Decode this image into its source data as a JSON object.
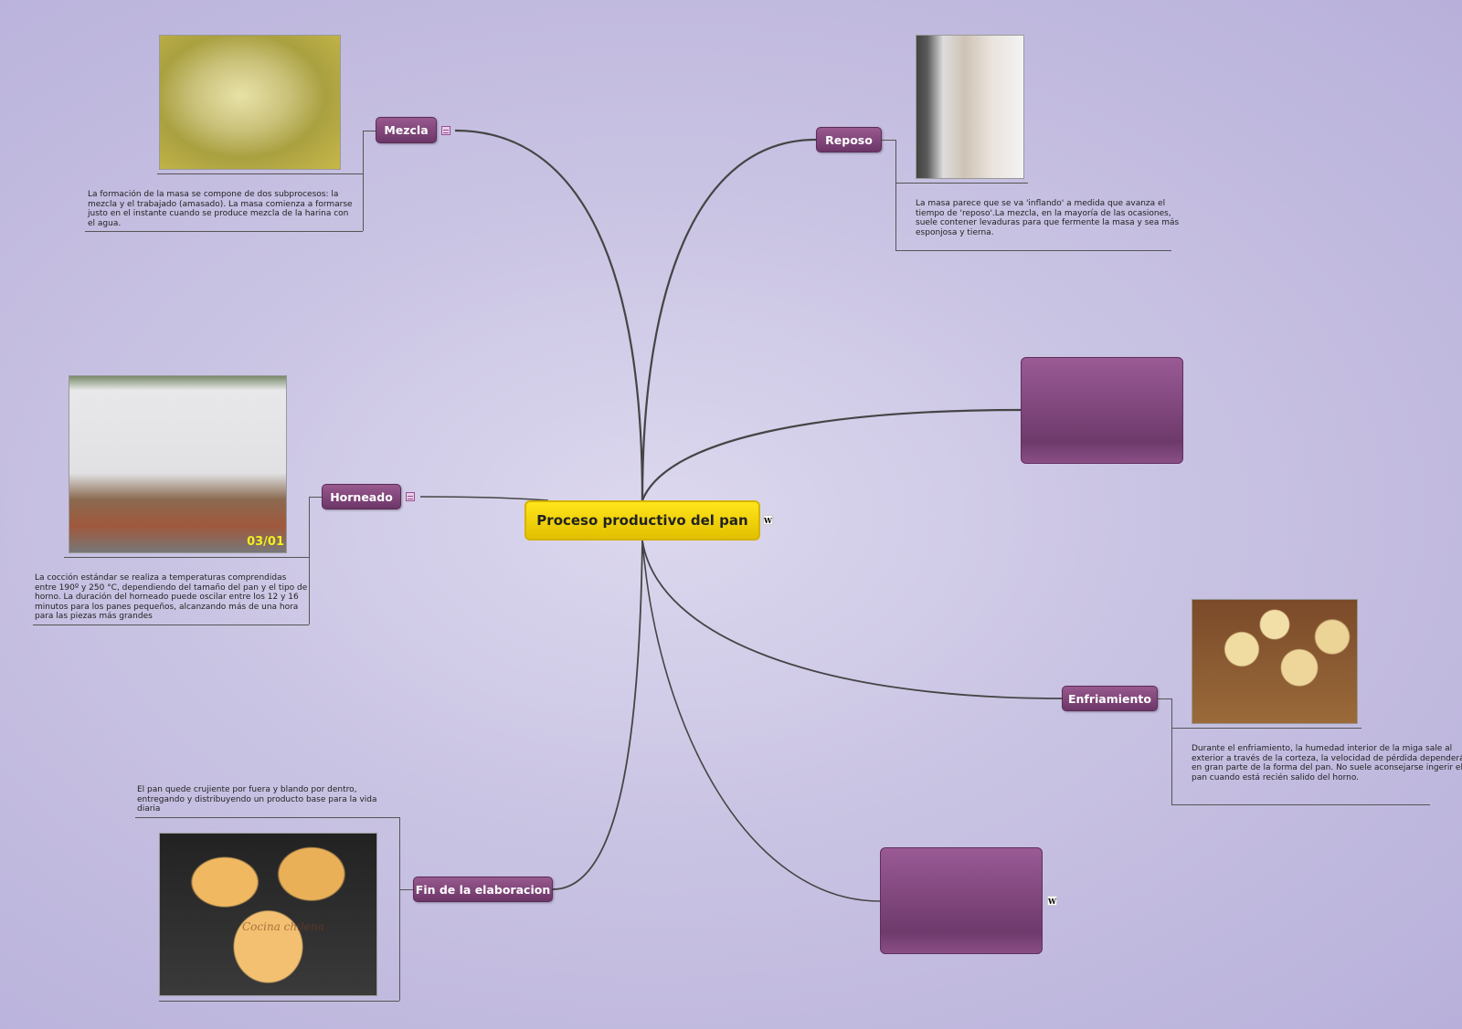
{
  "central": {
    "label": "Proceso productivo del pan"
  },
  "branches": {
    "mezcla": {
      "label": "Mezcla",
      "note": "La formación de la masa se compone de dos subprocesos: la mezcla y el trabajado (amasado). La masa comienza a formarse justo en el instante cuando se produce mezcla de la harina con el agua."
    },
    "reposo": {
      "label": "Reposo",
      "note": "La masa parece que se va 'inflando' a medida que avanza el tiempo de 'reposo'.La mezcla, en la mayoría de las ocasiones, suele contener levaduras para que fermente la masa y sea más esponjosa y tierna."
    },
    "horneado": {
      "label": "Horneado",
      "note": "La cocción estándar se realiza a temperaturas comprendidas entre 190º y 250 °C, dependiendo del tamaño del pan y el tipo de horno. La duración del horneado puede oscilar entre los 12 y 16 minutos para los panes pequeños, alcanzando más de una hora para las piezas más grandes",
      "photo_stamp": "03/01"
    },
    "enfriamiento": {
      "label": "Enfriamiento",
      "note": " Durante el enfriamiento, la humedad interior de la miga sale al exterior a través de la corteza, la velocidad de pérdida dependerá en gran parte de la forma del pan. No suele aconsejarse ingerir el pan cuando está recién salido del horno."
    },
    "fin": {
      "label": "Fin de la elaboracion",
      "note": "El pan quede crujiente por fuera y blando por dentro, entregando y distribuyendo un producto base para la vida diaria",
      "photo_watermark": "Cocina chilena"
    }
  },
  "icons": {
    "wiki": "W",
    "collapse": "collapse-icon"
  },
  "colors": {
    "topic": "#7a4276",
    "central": "#f5d80e",
    "link": "#444444"
  }
}
